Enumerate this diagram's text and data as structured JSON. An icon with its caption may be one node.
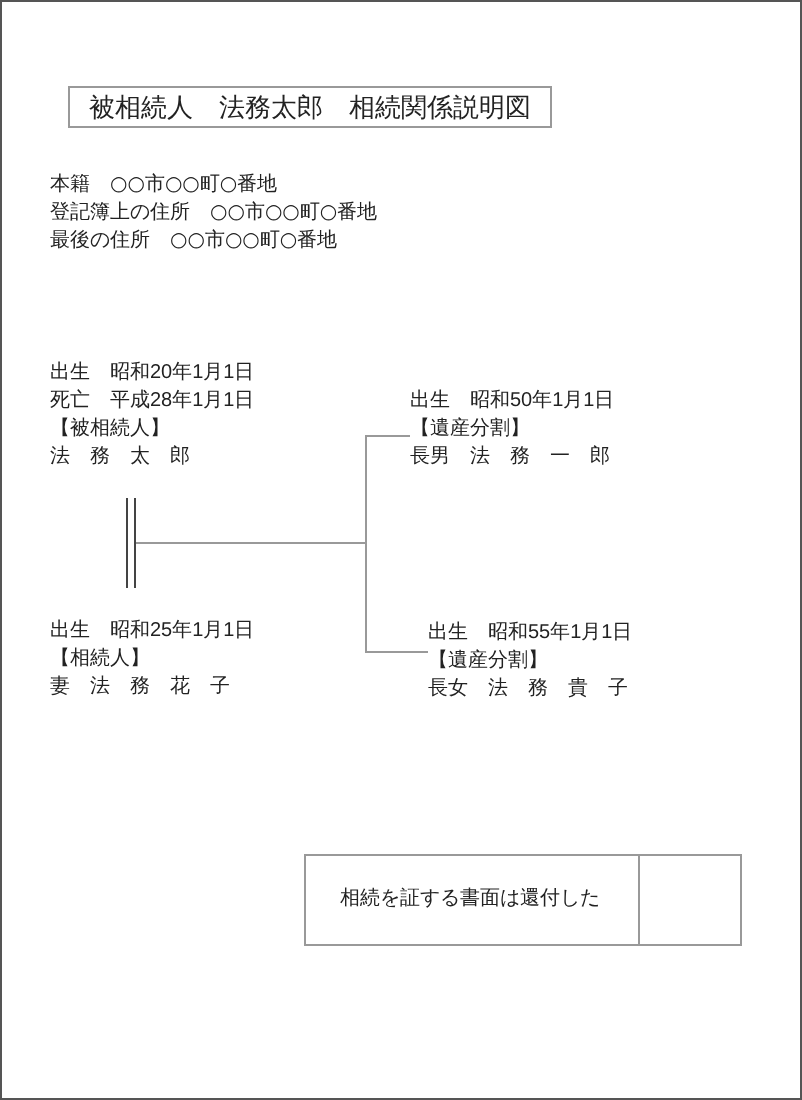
{
  "diagram": {
    "title": "被相続人　法務太郎　相続関係説明図",
    "nodes": [
      {
        "text": [
          "出生　昭和20年1月1日",
          "死亡　平成28年1月1日",
          "【被相続人】",
          "法　務　太　郎"
        ]
      },
      {
        "text": [],
        "shape": "bar"
      },
      {
        "text": [
          "出生　昭和25年1月1日",
          "【相続人】",
          "妻　法　務　花　子"
        ]
      },
      {
        "text": [
          "出生　昭和50年1月1日",
          "【遺産分割】",
          "長男　法　務　一　郎"
        ]
      },
      {
        "text": [
          "出生　昭和55年1月1日",
          "【遺産分割】",
          "長女　法　務　貴　子"
        ]
      },
      {
        "text": [
          "相続を証する書面は還付した"
        ]
      },
      {
        "text": [],
        "shape": "box"
      }
    ],
    "edges": [
      {
        "from": 1,
        "to": 3,
        "arrow": "none"
      },
      {
        "from": 1,
        "to": 4,
        "arrow": "none"
      }
    ],
    "labels": [
      "本籍　○○市○○町○番地",
      "登記簿上の住所　○○市○○町○番地",
      "最後の住所　○○市○○町○番地"
    ]
  }
}
